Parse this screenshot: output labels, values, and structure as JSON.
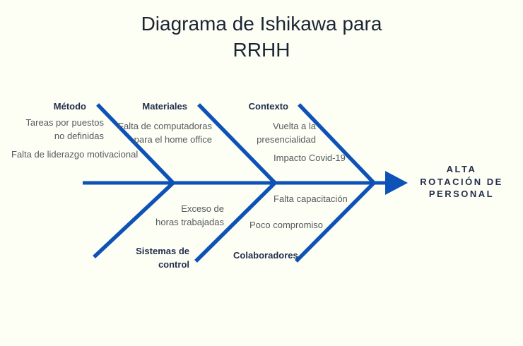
{
  "title": {
    "line1": "Diagrama de Ishikawa para",
    "line2": "RRHH"
  },
  "effect": "ALTA\nROTACIÓN DE\nPERSONAL",
  "categories": [
    {
      "label": "Método",
      "side": "top",
      "causes": [
        "Tareas por puestos\nno definidas",
        "Falta de liderazgo motivacional"
      ]
    },
    {
      "label": "Materiales",
      "side": "top",
      "causes": [
        "Falta de computadoras\npara el home office"
      ]
    },
    {
      "label": "Contexto",
      "side": "top",
      "causes": [
        "Vuelta a la\npresencialidad",
        "Impacto Covid-19"
      ]
    },
    {
      "label": "Sistemas de\ncontrol",
      "side": "bottom",
      "causes": [
        "Exceso de\nhoras trabajadas"
      ]
    },
    {
      "label": "Colaboradores",
      "side": "bottom",
      "causes": [
        "Falta capacitación",
        "Poco compromiso"
      ]
    }
  ],
  "colors": {
    "background": "#fdfff5",
    "skeleton_blue": "#0e52b8",
    "title_navy": "#1a2433",
    "category_navy": "#232e4e",
    "cause_gray": "#565860"
  }
}
